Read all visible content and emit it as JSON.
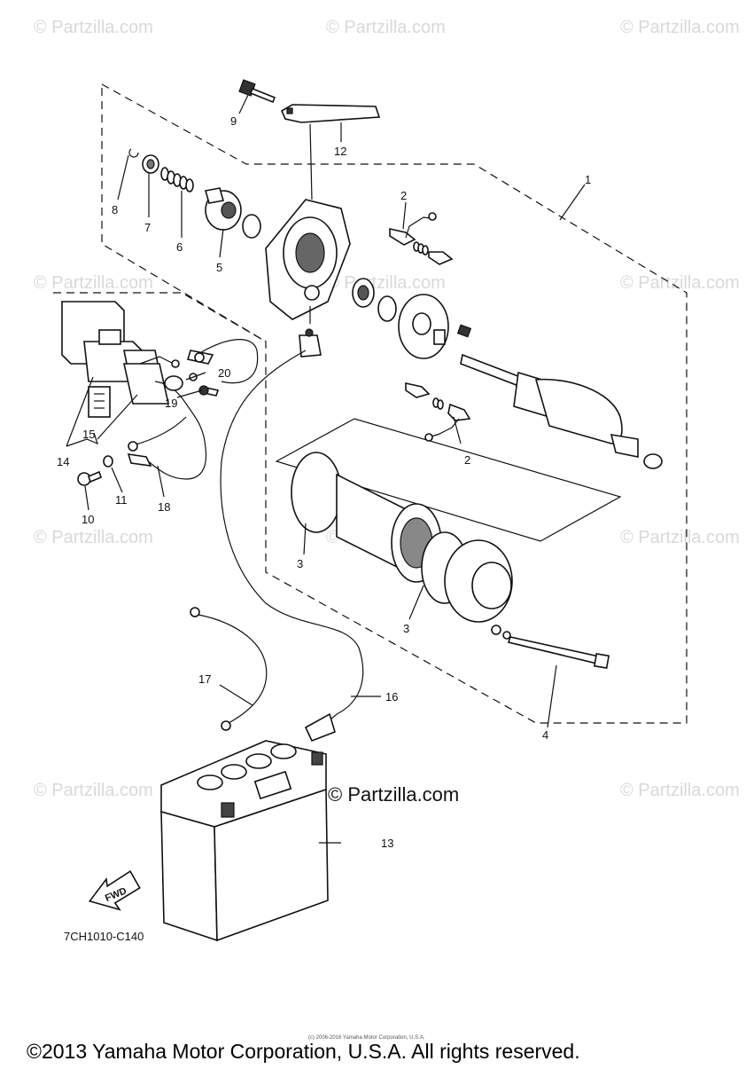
{
  "watermark": "© Partzilla.com",
  "center_mark": "© Partzilla.com",
  "diagram_code": "7CH1010-C140",
  "fwd_label": "FWD",
  "small_print": "(c) 2006-2016 Yamaha Motor Corporation, U.S.A.",
  "copyright": "©2013 Yamaha Motor Corporation, U.S.A. All rights reserved.",
  "callouts": [
    "1",
    "2",
    "2",
    "3",
    "3",
    "4",
    "5",
    "6",
    "7",
    "8",
    "9",
    "10",
    "11",
    "12",
    "13",
    "14",
    "15",
    "16",
    "17",
    "18",
    "19",
    "20"
  ]
}
